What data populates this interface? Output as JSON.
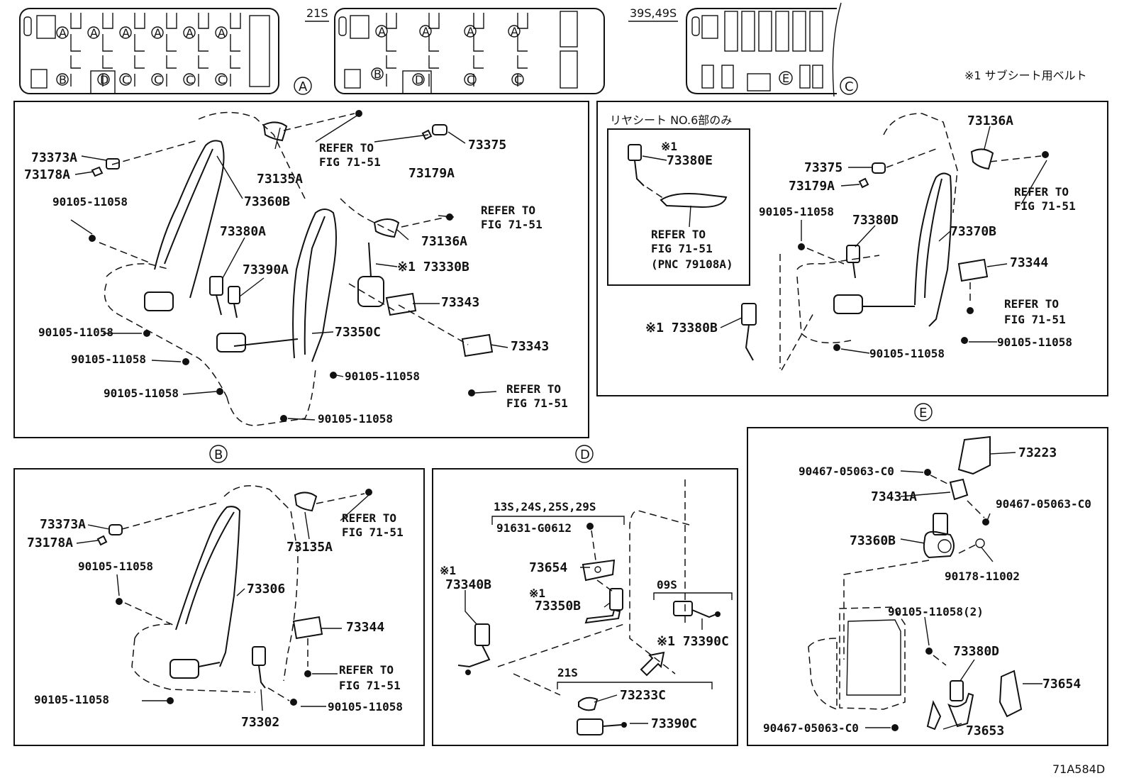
{
  "diagram_id": "71A584D",
  "sub_seat_note": "※1 サブシート用ベルト",
  "layouts": [
    {
      "id": "A",
      "variant": "",
      "top_markers": [
        "A",
        "A",
        "A",
        "A",
        "A",
        "A"
      ],
      "bottom_markers": [
        "B",
        "D",
        "C",
        "C",
        "C",
        "C"
      ]
    },
    {
      "id": "B",
      "variant": "21S",
      "top_markers": [
        "A",
        "A",
        "A",
        "A"
      ],
      "bottom_markers": [
        "B",
        "D",
        "C",
        "C"
      ]
    },
    {
      "id": "C",
      "variant": "39S,49S",
      "top_markers": [],
      "bottom_markers": [
        "E"
      ]
    }
  ],
  "views": {
    "b": {
      "marker": "B",
      "labels": {
        "p73373A": "73373A",
        "p73178A": "73178A",
        "p90105a": "90105-11058",
        "p73135A": "73135A",
        "p73360B": "73360B",
        "ref1": "REFER TO",
        "ref1b": "FIG 71-51",
        "p73375": "73375",
        "p73179A": "73179A",
        "ref2": "REFER TO",
        "ref2b": "FIG 71-51",
        "p73136A": "73136A",
        "p73380A": "73380A",
        "p73390A": "73390A",
        "p73330B": "※1 73330B",
        "p73343a": "73343",
        "p73343b": "73343",
        "p73350C": "73350C",
        "p90105b": "90105-11058",
        "p90105c": "90105-11058",
        "p90105d": "90105-11058",
        "p90105e": "90105-11058",
        "p90105f": "90105-11058",
        "ref3": "REFER TO",
        "ref3b": "FIG 71-51"
      }
    },
    "e": {
      "marker": "E",
      "inset_title": "リヤシート NO.6部のみ",
      "labels": {
        "p73380E_star": "※1",
        "p73380E": "73380E",
        "ref_in1": "REFER TO",
        "ref_in2": "FIG 71-51",
        "ref_in3": "(PNC 79108A)",
        "p73380B": "※1 73380B",
        "p73136A": "73136A",
        "p73375": "73375",
        "p73179A": "73179A",
        "p90105a": "90105-11058",
        "p73380D": "73380D",
        "p73370B": "73370B",
        "p73344": "73344",
        "ref1": "REFER TO",
        "ref1b": "FIG 71-51",
        "ref2": "REFER TO",
        "ref2b": "FIG 71-51",
        "p90105b": "90105-11058",
        "p90105c": "90105-11058"
      }
    },
    "c": {
      "marker": "",
      "labels": {
        "p73373A": "73373A",
        "p73178A": "73178A",
        "p90105a": "90105-11058",
        "p73135A": "73135A",
        "ref1": "REFER TO",
        "ref1b": "FIG 71-51",
        "p73306": "73306",
        "p73344": "73344",
        "ref2": "REFER TO",
        "ref2b": "FIG 71-51",
        "p90105b": "90105-11058",
        "p90105c": "90105-11058",
        "p73302": "73302"
      }
    },
    "d": {
      "marker": "D",
      "labels": {
        "variant1": "13S,24S,25S,29S",
        "p91631": "91631-G0612",
        "p73654": "73654",
        "p73350B_star": "※1",
        "p73350B": "73350B",
        "p73340B_star": "※1",
        "p73340B": "73340B",
        "variant2": "09S",
        "p73390C_a": "※1 73390C",
        "variant3": "21S",
        "p73233C": "73233C",
        "p73390C_b": "73390C"
      }
    },
    "f": {
      "marker": "",
      "labels": {
        "p73223": "73223",
        "p90467a": "90467-05063-C0",
        "p73431A": "73431A",
        "p90467b": "90467-05063-C0",
        "p73360B": "73360B",
        "p90178": "90178-11002",
        "p90105": "90105-11058(2)",
        "p73380D": "73380D",
        "p73654": "73654",
        "p90467c": "90467-05063-C0",
        "p73653": "73653"
      }
    }
  }
}
